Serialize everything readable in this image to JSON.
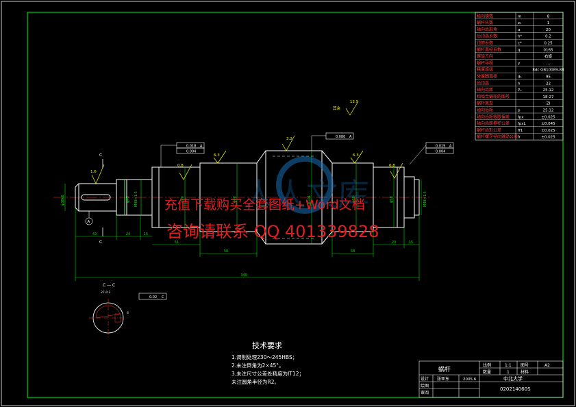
{
  "params_table": [
    {
      "label": "轴向模数",
      "sym": "m",
      "val": "8"
    },
    {
      "label": "蜗杆头数",
      "sym": "z₁",
      "val": "1"
    },
    {
      "label": "轴向齿形角",
      "sym": "α",
      "val": "20"
    },
    {
      "label": "齿顶高系数",
      "sym": "h*",
      "val": "0.2"
    },
    {
      "label": "顶隙系数",
      "sym": "c*",
      "val": "0.25"
    },
    {
      "label": "蜗杆直径系数",
      "sym": "q",
      "val": "0165"
    },
    {
      "label": "螺旋方向",
      "sym": "",
      "val": "右旋"
    },
    {
      "label": "蜗杆导程",
      "sym": "γ",
      "val": "…"
    },
    {
      "label": "精度等级",
      "sym": "",
      "val": "8dc GB10089-88"
    },
    {
      "label": "分度圆直径",
      "sym": "d₁",
      "val": "95"
    },
    {
      "label": "齿顶高",
      "sym": "h",
      "val": "22"
    },
    {
      "label": "轴向齿距",
      "sym": "Pₓ",
      "val": "25.12"
    },
    {
      "label": "相啮合蜗轮的图号",
      "sym": "",
      "val": "18-27"
    },
    {
      "label": "蜗杆类型",
      "sym": "",
      "val": "ZI"
    },
    {
      "label": "轴向齿距",
      "sym": "p",
      "val": "25.12"
    },
    {
      "label": "轴向齿距极限偏差",
      "sym": "fpx",
      "val": "±0.025"
    },
    {
      "label": "轴向齿距累积公差",
      "sym": "fpxL",
      "val": "±0.045"
    },
    {
      "label": "蜗杆齿形公差",
      "sym": "ff1",
      "val": "±0.025"
    },
    {
      "label": "蜗杆螺牙径向跳动公差",
      "sym": "fr",
      "val": "±0.025"
    }
  ],
  "drawing": {
    "roughness_note": "其余",
    "roughness_all": "12.5",
    "roughness": [
      "1.6",
      "0.8",
      "6.3",
      "3.2",
      "6.3",
      "0.8"
    ],
    "datum_a": "A",
    "section_mark": "C",
    "tol_left": [
      "0.018",
      "A",
      "0.004"
    ],
    "tol_center": [
      "0.080",
      "A"
    ],
    "tol_right": [
      "0.015",
      "A",
      "0.004"
    ],
    "tol_keyway": [
      "0.02",
      "C"
    ],
    "dims": {
      "d42": "42",
      "d24": "24",
      "d16": "15",
      "d51": "51",
      "d50": "50",
      "d58": "58",
      "d23": "23",
      "d15": "15",
      "total": "340"
    },
    "diameters": {
      "d1": "φ38k6",
      "d2": "φ45",
      "d3": "M48×1.5",
      "d4": "φ50",
      "d5": "φ60",
      "d6": "φ104",
      "d7": "φ60",
      "d8": "φ50",
      "d9": "M48×1.5"
    },
    "section_title": "C — C",
    "section_dim": "27-0.2",
    "section_dim2": "6"
  },
  "tech": {
    "title": "技术要求",
    "items": [
      "1.调制处理230～245HBS；",
      "2.未注倒角为2×45°。",
      "3.未注尺寸公差处精度为IT12；",
      "未注圆角半径为R2。"
    ]
  },
  "title_block": {
    "name": "蜗杆",
    "scale_label": "比例",
    "scale": "1:1",
    "drawing_no_label": "图号",
    "drawing_no": "A2",
    "qty_label": "数量",
    "qty": "1",
    "material_label": "材料",
    "material": "",
    "design_label": "设计",
    "designer": "张亚东",
    "date": "2005.6",
    "draw_label": "绘图",
    "check_label": "审阅",
    "school": "中北大学",
    "code": "020214060S"
  },
  "watermark": {
    "line1": "充值下载购买全套图纸+Word文档",
    "line2": "咨询请联系 QQ 401339828",
    "logo": "人人文库"
  },
  "colors": {
    "frame": "#00ff00",
    "outline": "#ffffff",
    "centerline": "#ff3030",
    "dimension": "#00e000",
    "annotation": "#ffff00",
    "watermark": "#e02020"
  }
}
